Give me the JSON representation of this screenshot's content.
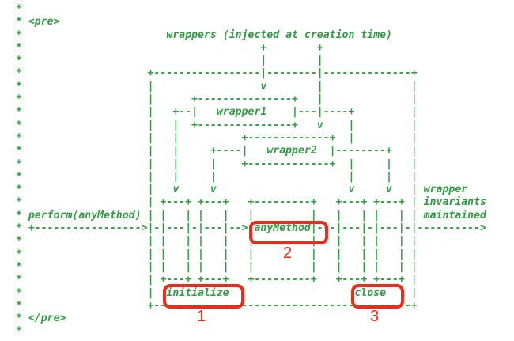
{
  "diagram": {
    "comment_lines": [
      "*",
      "* <pre>",
      "*                       wrappers (injected at creation time)",
      "*                                      +        +",
      "*                                      |        |",
      "*                    +-----------------|--------|--------------+",
      "*                    |                 v        |              |",
      "*                    |      +---------------+   |              |",
      "*                    |   +--|   wrapper1    |---|----+         |",
      "*                    |   |  +---------------+   v    |         |",
      "*                    |   |          +-------------+  |         |",
      "*                    |   |     +----|   wrapper2  |--------+   |",
      "*                    |   |     |    +-------------+  |     |   |",
      "*                    |   |     |                     |     |   |",
      "*                    |   v     v                     v     v   | wrapper",
      "*                    | +---+ +---+   +---------+   +---+ +---+ | invariants",
      "* perform(anyMethod) | |   | |   |   |         |   |   | |   | | maintained",
      "* +----------------->|-|---|-|---|-->|anyMethod|---|---|-|---|-|---------->",
      "*                    | |   | |   |   |         |   |   | |   | |",
      "*                    | |   | |   |   |         |   |   | |   | |",
      "*                    | |   | |   |   |         |   |   | |   | |",
      "*                    | +---+ +---+   +---------+   +---+ +---+ |",
      "*                    |  initialize                    close    |",
      "*                    +-----------------------------------------+",
      "* </pre>",
      "*"
    ]
  },
  "annotations": [
    {
      "number": "1",
      "term": "initialize"
    },
    {
      "number": "2",
      "term": "anyMethod"
    },
    {
      "number": "3",
      "term": "close"
    }
  ],
  "colors": {
    "code_green": "#2f9a41",
    "annotation_red": "#ea2c1c",
    "background": "#ffffff"
  }
}
